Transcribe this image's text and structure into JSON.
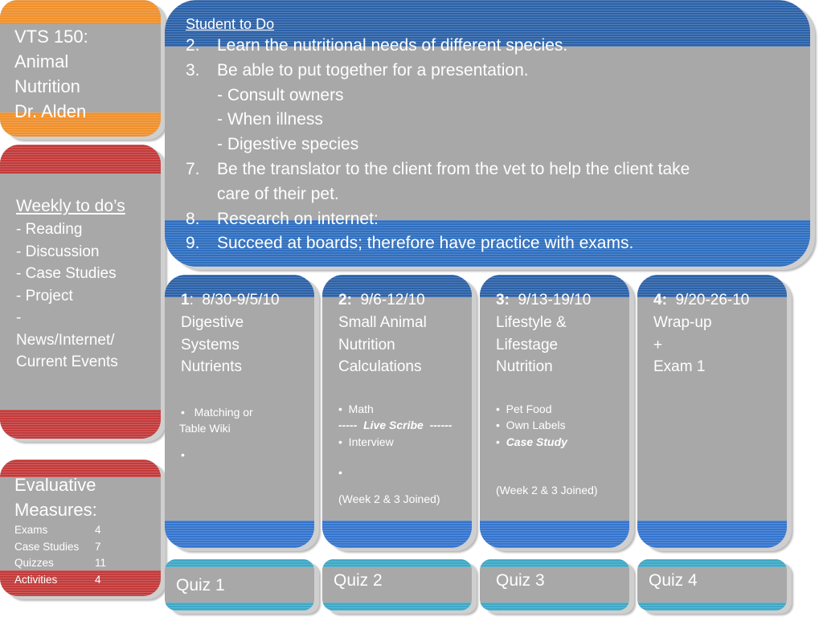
{
  "title_card": {
    "lines": [
      "VTS 150:",
      "Animal",
      "Nutrition",
      "Dr. Alden"
    ]
  },
  "weekly": {
    "title": "Weekly to do’s",
    "items": [
      "-  Reading",
      "-  Discussion",
      "-  Case Studies",
      "-  Project",
      "-",
      "News/Internet/",
      "Current Events"
    ]
  },
  "evaluative": {
    "title_line1": "Evaluative",
    "title_line2": "Measures:",
    "rows": [
      {
        "label": "Exams",
        "count": "4"
      },
      {
        "label": "Case Studies",
        "count": "7"
      },
      {
        "label": "Quizzes",
        "count": "11"
      },
      {
        "label": "Activities",
        "count": "4"
      }
    ]
  },
  "student": {
    "heading": "Student to Do",
    "item2_num": "2.",
    "item2": "Learn the nutritional needs of different species.",
    "item3_num": "3.",
    "item3": "Be able to put together for a presentation.",
    "sub1": "-  Consult owners",
    "sub2": "-  When illness",
    "sub3": "-  Digestive species",
    "item7_num": "7.",
    "item7a": "Be the translator to the client from the vet to help the client take",
    "item7b": "care of their pet.",
    "item8_num": "8.",
    "item8": "Research on internet:",
    "item9_num": "9.",
    "item9": "Succeed at boards; therefore have practice with exams."
  },
  "weeks": [
    {
      "num": "1",
      "sep": ":",
      "dates": "  8/30-9/5/10",
      "topic": [
        "Digestive",
        "Systems",
        "Nutrients"
      ],
      "b1": "•   Matching or",
      "b1b": "Table Wiki",
      "b2": "•"
    },
    {
      "num": "2:",
      "dates": "  9/6-12/10",
      "topic": [
        "Small Animal",
        "Nutrition",
        "Calculations"
      ],
      "b1": "•  Math",
      "dash_l": "-----  ",
      "live": "Live Scribe",
      "dash_r": "  ------",
      "b2": "•  Interview",
      "b3": "•",
      "note": "(Week 2 & 3 Joined)"
    },
    {
      "num": "3:",
      "dates": "  9/13-19/10",
      "topic": [
        "Lifestyle &",
        "Lifestage",
        "Nutrition"
      ],
      "b1": "•  Pet Food",
      "b2": "•  Own Labels",
      "b3_bullet": "•  ",
      "b3": "Case Study",
      "note": "(Week 2 & 3 Joined)"
    },
    {
      "num": "4:",
      "dates": "  9/20-26-10",
      "topic": [
        "Wrap-up",
        "+",
        "Exam 1"
      ]
    }
  ],
  "quizzes": [
    "Quiz 1",
    "Quiz 2",
    "Quiz 3",
    "Quiz 4"
  ],
  "colors": {
    "orange": "#f0902c",
    "red": "#c33a3a",
    "blue": "#2c62a8",
    "teal": "#3ea8c6",
    "gray": "#a8a8a8"
  }
}
